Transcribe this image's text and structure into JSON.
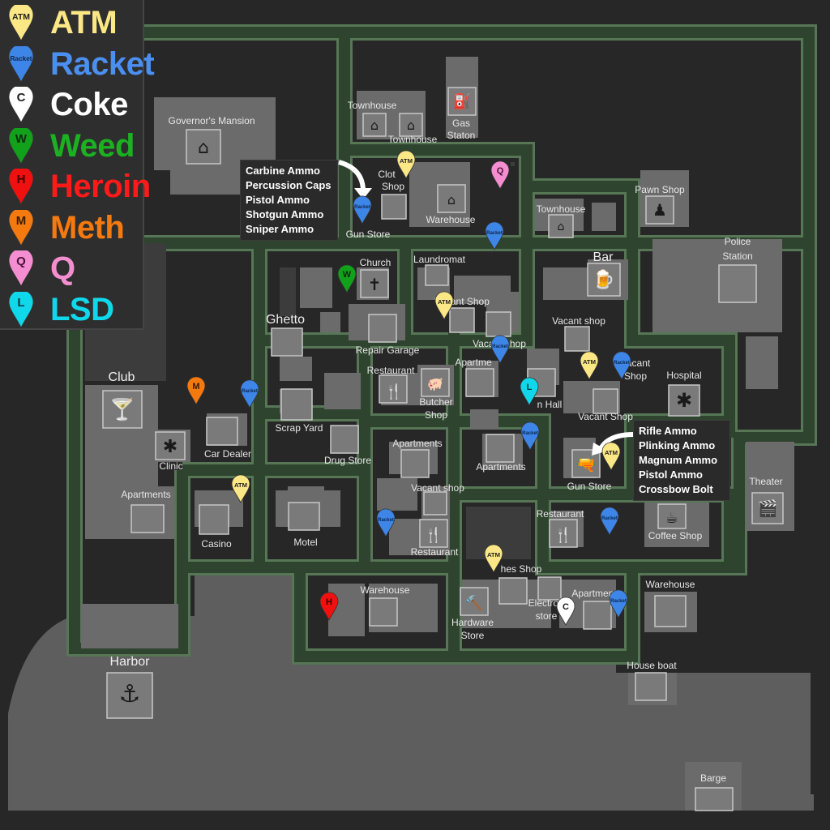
{
  "legend": [
    {
      "code": "ATM",
      "label": "ATM",
      "color": "#fbe785",
      "text_color": "#fbe785",
      "code_color": "#222"
    },
    {
      "code": "Racket",
      "label": "Racket",
      "color": "#3d86e8",
      "text_color": "#4b8ff0",
      "code_color": "#10254a"
    },
    {
      "code": "C",
      "label": "Coke",
      "color": "#ffffff",
      "text_color": "#ffffff",
      "code_color": "#222"
    },
    {
      "code": "W",
      "label": "Weed",
      "color": "#11a11b",
      "text_color": "#1bb222",
      "code_color": "#0d2d0e"
    },
    {
      "code": "H",
      "label": "Heroin",
      "color": "#f01010",
      "text_color": "#ff1a1a",
      "code_color": "#3a0000"
    },
    {
      "code": "M",
      "label": "Meth",
      "color": "#f47a10",
      "text_color": "#f47a10",
      "code_color": "#3a1c00"
    },
    {
      "code": "Q",
      "label": "Q",
      "color": "#f48ed0",
      "text_color": "#f48ed0",
      "code_color": "#4a1237"
    },
    {
      "code": "L",
      "label": "LSD",
      "color": "#10d8ea",
      "text_color": "#10d8ea",
      "code_color": "#003a40"
    }
  ],
  "notes": {
    "north_gun_store": [
      "Carbine Ammo",
      "Percussion Caps",
      "Pistol Ammo",
      "Shotgun Ammo",
      "Sniper Ammo"
    ],
    "south_gun_store": [
      "Rifle Ammo",
      "Plinking Ammo",
      "Magnum Ammo",
      "Pistol Ammo",
      "Crossbow Bolt"
    ]
  },
  "labels": {
    "governors_mansion": "Governor's Mansion",
    "townhouse_1": "Townhouse",
    "townhouse_2": "Townhouse",
    "townhouse_3": "Townhouse",
    "gas_station_1": "Gas",
    "gas_station_2": "Staton",
    "clothes_shop_1": "Clot",
    "clothes_shop_2": "Shop",
    "gun_store_north": "Gun Store",
    "warehouse_north": "Warehouse",
    "pawn_shop": "Pawn Shop",
    "police_1": "Police",
    "police_2": "Station",
    "bar": "Bar",
    "church": "Church",
    "laundromat": "Laundromat",
    "vacant_shop_1": "Vacant Shop",
    "vacant_shop_2": "Vacant shop",
    "vacant_shop_3": "Vacant shop",
    "ghetto": "Ghetto",
    "repair_garage": "Repair Garage",
    "apartments_center": "Apartme",
    "vacant_shop_4": "Vacant",
    "vacant_shop_4b": "Shop",
    "hospital": "Hospital",
    "club": "Club",
    "restaurant_1": "Restaurant",
    "butcher_1": "Butcher",
    "butcher_2": "Shop",
    "town_hall": "n Hall",
    "vacant_shop_5": "Vacant Shop",
    "car_dealer": "Car Dealer",
    "scrap_yard": "Scrap Yard",
    "clinic": "Clinic",
    "drug_store": "Drug Store",
    "apartments_2": "Apartments",
    "apartments_3": "Apartments",
    "gun_store_south": "Gun Store",
    "theater": "Theater",
    "apartments_4": "Apartments",
    "vacant_shop_6": "Vacant shop",
    "casino": "Casino",
    "motel": "Motel",
    "restaurant_2": "Restaurant",
    "restaurant_3": "Restaurant",
    "coffee_shop": "Coffee Shop",
    "warehouse_2": "Warehouse",
    "clothes_shop_3": "hes Shop",
    "electronic_1": "Electronic",
    "electronic_2": "store",
    "apartments_5": "Apartments",
    "warehouse_3": "Warehouse",
    "hardware_1": "Hardware",
    "hardware_2": "Store",
    "harbor": "Harbor",
    "house_boat": "House boat",
    "barge": "Barge"
  },
  "colors": {
    "road": "#2f442f",
    "road_edge": "#5a7a5a",
    "block": "#333333",
    "building": "#6a6a6a",
    "ground": "#5c5c5c",
    "water": "#262626"
  }
}
